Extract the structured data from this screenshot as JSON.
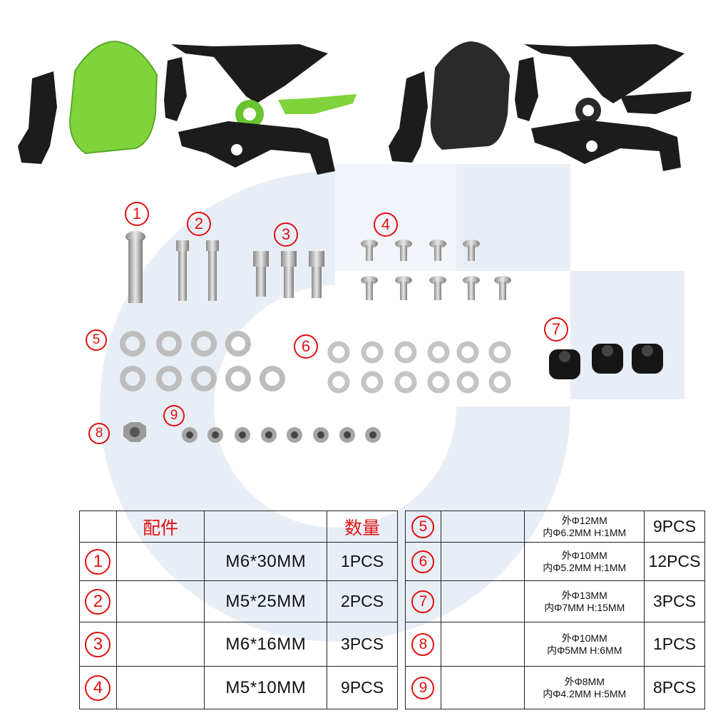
{
  "colors": {
    "accent_red": "#e01010",
    "green_part": "#7ed43a",
    "black_part": "#1c1c1c",
    "watermark": "#e6edf5"
  },
  "markers": {
    "m1": "1",
    "m2": "2",
    "m3": "3",
    "m4": "4",
    "m5": "5",
    "m6": "6",
    "m7": "7",
    "m8": "8",
    "m9": "9"
  },
  "table_left": {
    "header_part": "配件",
    "header_qty": "数量",
    "rows": [
      {
        "num": "1",
        "spec": "M6*30MM",
        "qty": "1PCS"
      },
      {
        "num": "2",
        "spec": "M5*25MM",
        "qty": "2PCS"
      },
      {
        "num": "3",
        "spec": "M6*16MM",
        "qty": "3PCS"
      },
      {
        "num": "4",
        "spec": "M5*10MM",
        "qty": "9PCS"
      }
    ]
  },
  "table_right": {
    "rows": [
      {
        "num": "5",
        "outer": "外Φ12MM",
        "inner": "内Φ6.2MM H:1MM",
        "qty": "9PCS"
      },
      {
        "num": "6",
        "outer": "外Φ10MM",
        "inner": "内Φ5.2MM H:1MM",
        "qty": "12PCS"
      },
      {
        "num": "7",
        "outer": "外Φ13MM",
        "inner": "内Φ7MM H:15MM",
        "qty": "3PCS"
      },
      {
        "num": "8",
        "outer": "外Φ10MM",
        "inner": "内Φ5MM H:6MM",
        "qty": "1PCS"
      },
      {
        "num": "9",
        "outer": "外Φ8MM",
        "inner": "内Φ4.2MM H:5MM",
        "qty": "8PCS"
      }
    ]
  }
}
